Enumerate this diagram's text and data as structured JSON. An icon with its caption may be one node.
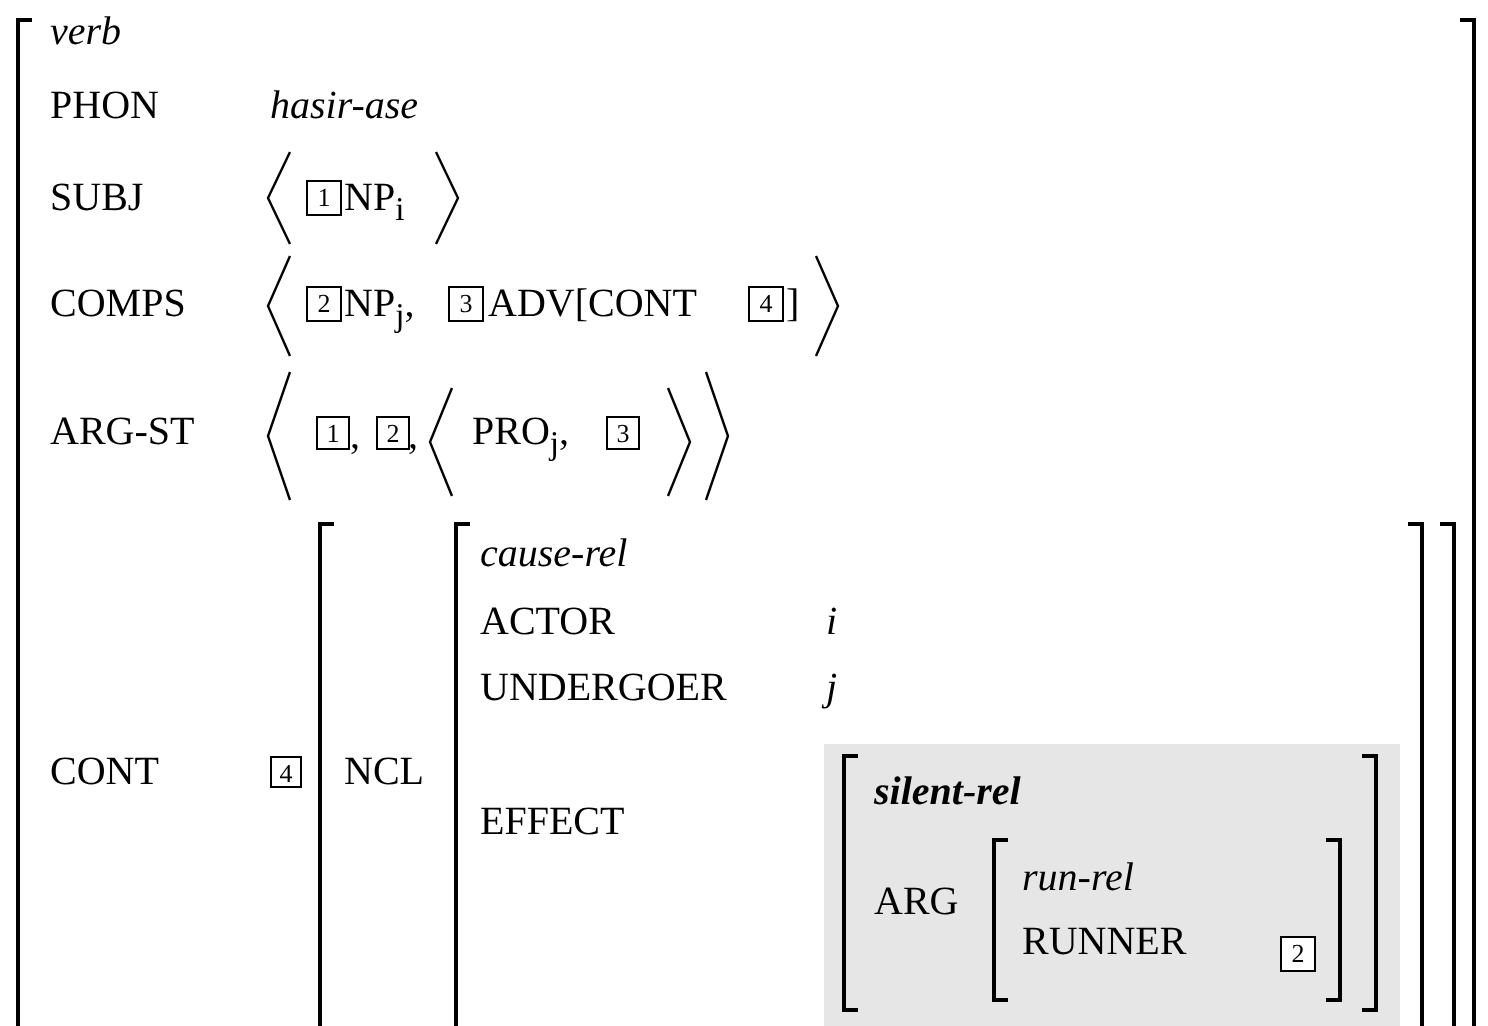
{
  "diagram": {
    "nodes": [
      {
        "text": [
          "1"
        ]
      },
      {
        "text": [
          "2"
        ]
      },
      {
        "text": [
          "3"
        ]
      },
      {
        "text": [
          "4"
        ]
      },
      {
        "text": [
          "1"
        ]
      },
      {
        "text": [
          "2"
        ]
      },
      {
        "text": [
          "3"
        ]
      },
      {
        "text": [
          "4"
        ]
      },
      {
        "text": [
          "silent-rel",
          "ARG",
          "run-rel",
          "RUNNER"
        ]
      },
      {
        "text": [
          "2"
        ],
        "in": 8
      }
    ],
    "edges": [],
    "labels": [
      "verb",
      "PHON",
      "hasir-ase",
      "SUBJ",
      "NP$_{i}$",
      "COMPS",
      "NP$_{j}$,",
      "ADV[CONT",
      "]",
      "ARG-ST",
      ",",
      ",",
      "PRO$_{j}$,",
      "cause-rel",
      "ACTOR",
      "i",
      "UNDERGOER",
      "j",
      "CONT",
      "NCL",
      "EFFECT"
    ]
  }
}
